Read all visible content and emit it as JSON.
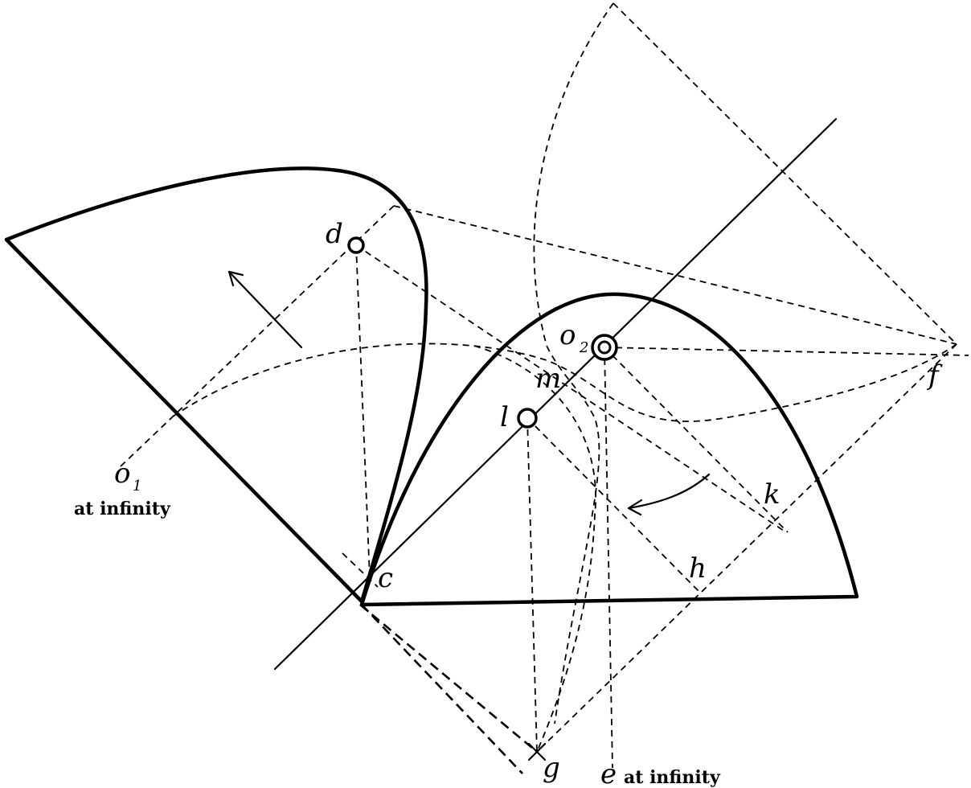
{
  "points": [
    {
      "key": "d",
      "label": "d",
      "sub": "",
      "note": ""
    },
    {
      "key": "o2",
      "label": "o",
      "sub": "2",
      "note": ""
    },
    {
      "key": "m",
      "label": "m",
      "sub": "",
      "note": ""
    },
    {
      "key": "l",
      "label": "l",
      "sub": "",
      "note": ""
    },
    {
      "key": "f",
      "label": "f",
      "sub": "",
      "note": ""
    },
    {
      "key": "o1",
      "label": "o",
      "sub": "1",
      "note": "at infinity"
    },
    {
      "key": "k",
      "label": "k",
      "sub": "",
      "note": ""
    },
    {
      "key": "c",
      "label": "c",
      "sub": "",
      "note": ""
    },
    {
      "key": "h",
      "label": "h",
      "sub": "",
      "note": ""
    },
    {
      "key": "g",
      "label": "g",
      "sub": "",
      "note": ""
    },
    {
      "key": "e",
      "label": "e",
      "sub": "",
      "note": "at infinity"
    }
  ]
}
